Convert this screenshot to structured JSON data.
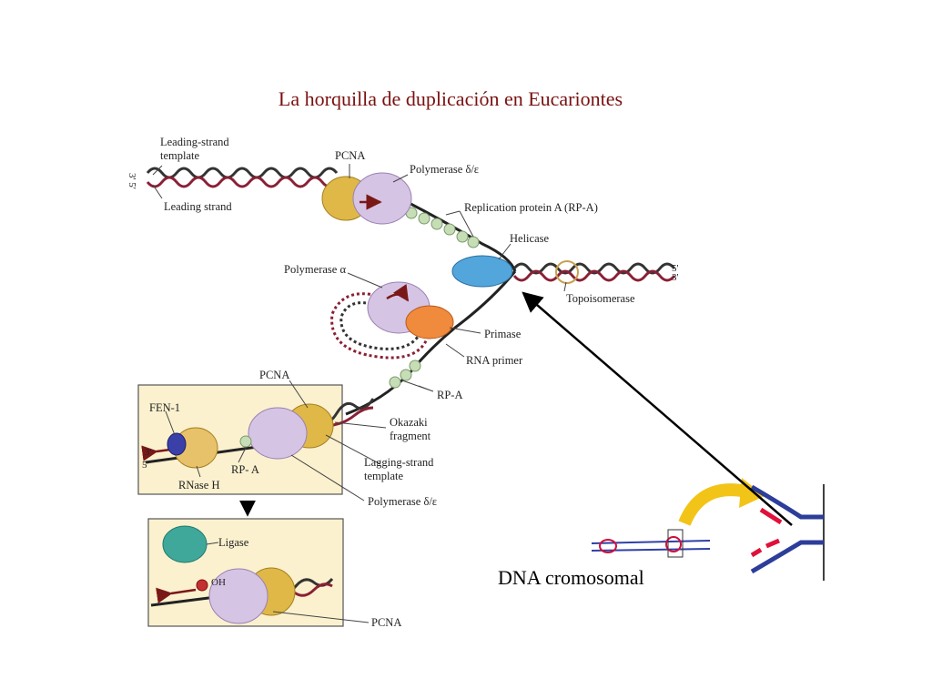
{
  "title": "La horquilla de duplicación en Eucariontes",
  "labels": {
    "leading_template": [
      "Leading-strand",
      "template"
    ],
    "leading_strand": "Leading strand",
    "pcna_top": "PCNA",
    "pol_de_top": "Polymerase δ/ε",
    "rpa_top": "Replication protein A (RP-A)",
    "helicase": "Helicase",
    "topoisomerase": "Topoisomerase",
    "pol_alpha": "Polymerase α",
    "primase": "Primase",
    "rna_primer": "RNA primer",
    "rpa_mid": "RP-A",
    "pcna_box": "PCNA",
    "okazaki": [
      "Okazaki",
      "fragment"
    ],
    "lagging_template": [
      "Lagging-strand",
      "template"
    ],
    "pol_de_bottom": "Polymerase δ/ε",
    "fen1": "FEN-1",
    "rnase_h": "RNase H",
    "rpa_box": "RP- A",
    "three_prime": "3'",
    "five_prime": "5'",
    "ligase": "Ligase",
    "oh": "OH",
    "pcna_bottom": "PCNA",
    "dna_cromosomal": "DNA  cromosomal"
  },
  "colors": {
    "title": "#7a1010",
    "pcna": "#e0b848",
    "polymerase": "#d6c4e4",
    "helicase": "#52a6dc",
    "primase": "#f08a3c",
    "rpa": "#c6ddb6",
    "ligase": "#3fa89a",
    "box_fill": "#fbf1cf",
    "arrow_yellow": "#f2c418",
    "fork_red": "#e0103a",
    "fork_blue": "#2c3d9a"
  }
}
